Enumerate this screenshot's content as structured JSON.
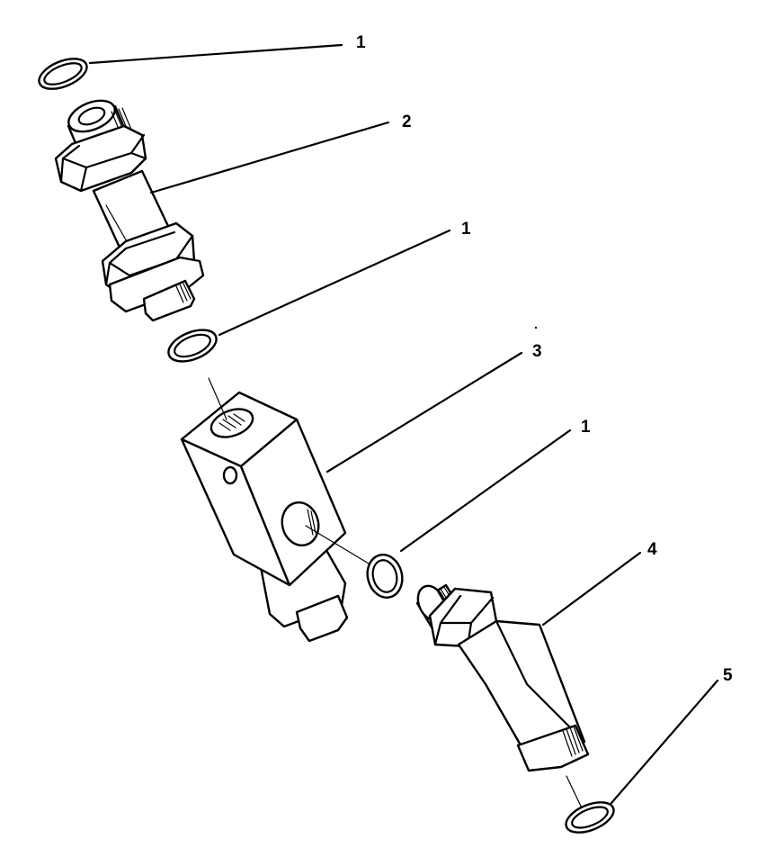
{
  "callouts": [
    {
      "id": "c1",
      "label": "1"
    },
    {
      "id": "c2",
      "label": "2"
    },
    {
      "id": "c3",
      "label": "1"
    },
    {
      "id": "c4",
      "label": "3"
    },
    {
      "id": "c5",
      "label": "1"
    },
    {
      "id": "c6",
      "label": "4"
    },
    {
      "id": "c7",
      "label": "5"
    }
  ]
}
